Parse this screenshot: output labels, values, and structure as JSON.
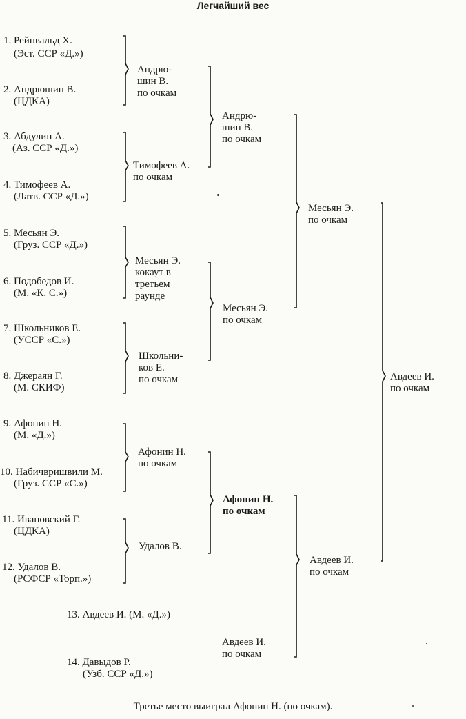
{
  "title": "Легчайший вес",
  "participants": [
    {
      "name": "1. Рейнвальд Х.",
      "club": "(Эст. ССР «Д.»)"
    },
    {
      "name": "2. Андрюшин В.",
      "club": "(ЦДКА)"
    },
    {
      "name": "3. Абдулин А.",
      "club": "(Аз. ССР «Д.»)"
    },
    {
      "name": "4. Тимофеев А.",
      "club": "(Латв. ССР «Д.»)"
    },
    {
      "name": "5. Месьян Э.",
      "club": "(Груз. ССР «Д.»)"
    },
    {
      "name": "6. Подобедов И.",
      "club": "(М. «К. С.»)"
    },
    {
      "name": "7. Школьников Е.",
      "club": "(УССР «С.»)"
    },
    {
      "name": "8. Джераян Г.",
      "club": "(М. СКИФ)"
    },
    {
      "name": "9. Афонин Н.",
      "club": "(М. «Д.»)"
    },
    {
      "name": "10. Набичвришвили М.",
      "club": "(Груз. ССР «С.»)"
    },
    {
      "name": "11. Ивановский Г.",
      "club": "(ЦДКА)"
    },
    {
      "name": "12. Удалов В.",
      "club": "(РСФСР «Торп.»)"
    },
    {
      "name": "13. Авдеев И. (М. «Д.»)"
    },
    {
      "name": "14. Давыдов Р.",
      "club": "(Узб. ССР «Д.»)"
    }
  ],
  "round1": [
    {
      "lines": [
        "Андрю-",
        "шин В.",
        "по очкам"
      ]
    },
    {
      "lines": [
        "Тимофеев А.",
        "по очкам"
      ]
    },
    {
      "lines": [
        "Месьян Э.",
        "кокаут в",
        "третьем",
        "раунде"
      ]
    },
    {
      "lines": [
        "Школьни-",
        "ков Е.",
        "по очкам"
      ]
    },
    {
      "lines": [
        "Афонин Н.",
        "по очкам"
      ]
    },
    {
      "lines": [
        "Удалов В."
      ]
    },
    {
      "lines": [
        "Авдеев И.",
        "по очкам"
      ]
    }
  ],
  "round2": [
    {
      "lines": [
        "Андрю-",
        "шин В.",
        "по очкам"
      ]
    },
    {
      "lines": [
        "Месьян Э.",
        "по очкам"
      ]
    },
    {
      "lines": [
        "Афонин Н.",
        "по очкам"
      ]
    }
  ],
  "semifinal": [
    {
      "lines": [
        "Месьян Э.",
        "по очкам"
      ]
    },
    {
      "lines": [
        "Авдеев И.",
        "по очкам"
      ]
    }
  ],
  "final": {
    "lines": [
      "Авдеев И.",
      "по очкам"
    ]
  },
  "footer": "Третье место выиграл Афонин Н. (по очкам)."
}
